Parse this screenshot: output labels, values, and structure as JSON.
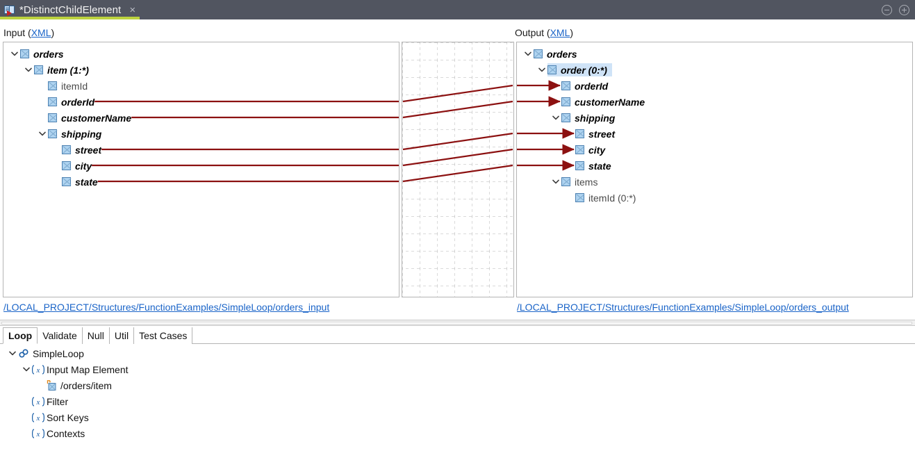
{
  "window": {
    "tab_title": "*DistinctChildElement",
    "tab_icon": "mapping-document-icon",
    "close_label": "×",
    "minimize_label": "minimize",
    "maximize_label": "maximize",
    "accent_color": "#bcd23f",
    "titlebar_color": "#515560"
  },
  "input_panel": {
    "header_prefix": "Input (",
    "header_link": "XML",
    "header_suffix": ")",
    "path": "/LOCAL_PROJECT/Structures/FunctionExamples/SimpleLoop/orders_input",
    "nodes": [
      {
        "label": "orders",
        "depth": 0,
        "twisty": "down",
        "style": "mapped",
        "mapped": false
      },
      {
        "label": "item (1:*)",
        "depth": 1,
        "twisty": "down",
        "style": "mapped",
        "mapped": false
      },
      {
        "label": "itemId",
        "depth": 2,
        "twisty": "none",
        "style": "plain",
        "mapped": false
      },
      {
        "label": "orderId",
        "depth": 2,
        "twisty": "none",
        "style": "mapped",
        "mapped": true
      },
      {
        "label": "customerName",
        "depth": 2,
        "twisty": "none",
        "style": "mapped",
        "mapped": true
      },
      {
        "label": "shipping",
        "depth": 2,
        "twisty": "down",
        "style": "mapped",
        "mapped": false
      },
      {
        "label": "street",
        "depth": 3,
        "twisty": "none",
        "style": "mapped",
        "mapped": true
      },
      {
        "label": "city",
        "depth": 3,
        "twisty": "none",
        "style": "mapped",
        "mapped": true
      },
      {
        "label": "state",
        "depth": 3,
        "twisty": "none",
        "style": "mapped",
        "mapped": true
      }
    ]
  },
  "output_panel": {
    "header_prefix": "Output (",
    "header_link": "XML",
    "header_suffix": ")",
    "path": "/LOCAL_PROJECT/Structures/FunctionExamples/SimpleLoop/orders_output",
    "nodes": [
      {
        "label": "orders",
        "depth": 0,
        "twisty": "down",
        "style": "mapped",
        "mapped": false,
        "selected": false
      },
      {
        "label": "order (0:*)",
        "depth": 1,
        "twisty": "down",
        "style": "mapped",
        "mapped": false,
        "selected": true
      },
      {
        "label": "orderId",
        "depth": 2,
        "twisty": "none",
        "style": "mapped",
        "mapped": true,
        "selected": false
      },
      {
        "label": "customerName",
        "depth": 2,
        "twisty": "none",
        "style": "mapped",
        "mapped": true,
        "selected": false
      },
      {
        "label": "shipping",
        "depth": 2,
        "twisty": "down",
        "style": "mapped",
        "mapped": false,
        "selected": false
      },
      {
        "label": "street",
        "depth": 3,
        "twisty": "none",
        "style": "mapped",
        "mapped": true,
        "selected": false
      },
      {
        "label": "city",
        "depth": 3,
        "twisty": "none",
        "style": "mapped",
        "mapped": true,
        "selected": false
      },
      {
        "label": "state",
        "depth": 3,
        "twisty": "none",
        "style": "mapped",
        "mapped": true,
        "selected": false
      },
      {
        "label": "items",
        "depth": 2,
        "twisty": "down",
        "style": "plain",
        "mapped": false,
        "selected": false
      },
      {
        "label": "itemId (0:*)",
        "depth": 3,
        "twisty": "none",
        "style": "plain",
        "mapped": false,
        "selected": false
      }
    ]
  },
  "mappings": {
    "line_color": "#8c1111",
    "grid_color": "#b0b0b0",
    "links": [
      {
        "from": "orderId",
        "to": "orderId"
      },
      {
        "from": "customerName",
        "to": "customerName"
      },
      {
        "from": "street",
        "to": "street"
      },
      {
        "from": "city",
        "to": "city"
      },
      {
        "from": "state",
        "to": "state"
      }
    ]
  },
  "bottom": {
    "tabs": [
      {
        "label": "Loop",
        "active": true
      },
      {
        "label": "Validate",
        "active": false
      },
      {
        "label": "Null",
        "active": false
      },
      {
        "label": "Util",
        "active": false
      },
      {
        "label": "Test Cases",
        "active": false
      }
    ],
    "tree": [
      {
        "label": "SimpleLoop",
        "depth": 0,
        "twisty": "down",
        "icon": "loop-gear-icon"
      },
      {
        "label": "Input Map Element",
        "depth": 1,
        "twisty": "down",
        "icon": "function-fx-icon"
      },
      {
        "label": "/orders/item",
        "depth": 2,
        "twisty": "none",
        "icon": "element-ref-icon"
      },
      {
        "label": "Filter",
        "depth": 1,
        "twisty": "none",
        "icon": "function-fx-icon"
      },
      {
        "label": "Sort Keys",
        "depth": 1,
        "twisty": "none",
        "icon": "function-fx-icon"
      },
      {
        "label": "Contexts",
        "depth": 1,
        "twisty": "none",
        "icon": "function-fx-icon"
      }
    ]
  }
}
